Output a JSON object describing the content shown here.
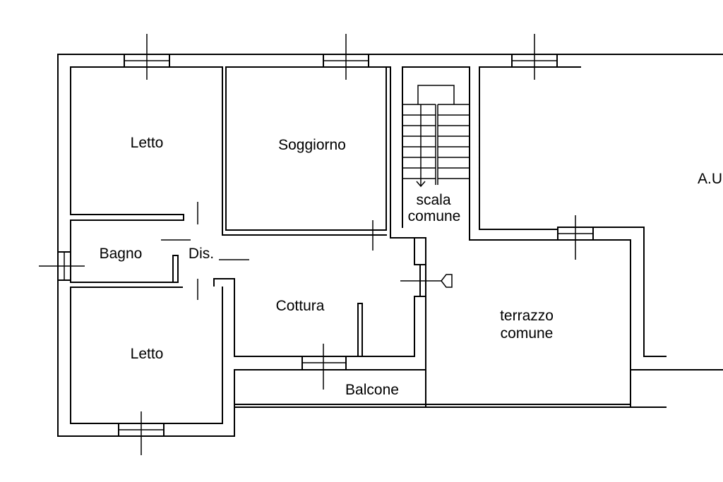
{
  "floor_plan": {
    "labels": {
      "letto_top": "Letto",
      "soggiorno": "Soggiorno",
      "scala_line1": "scala",
      "scala_line2": "comune",
      "au": "A.U",
      "bagno": "Bagno",
      "dis": "Dis.",
      "cottura": "Cottura",
      "letto_bottom": "Letto",
      "terrazzo_line1": "terrazzo",
      "terrazzo_line2": "comune",
      "balcone": "Balcone"
    },
    "colors": {
      "line": "#000000",
      "background": "#ffffff"
    }
  }
}
